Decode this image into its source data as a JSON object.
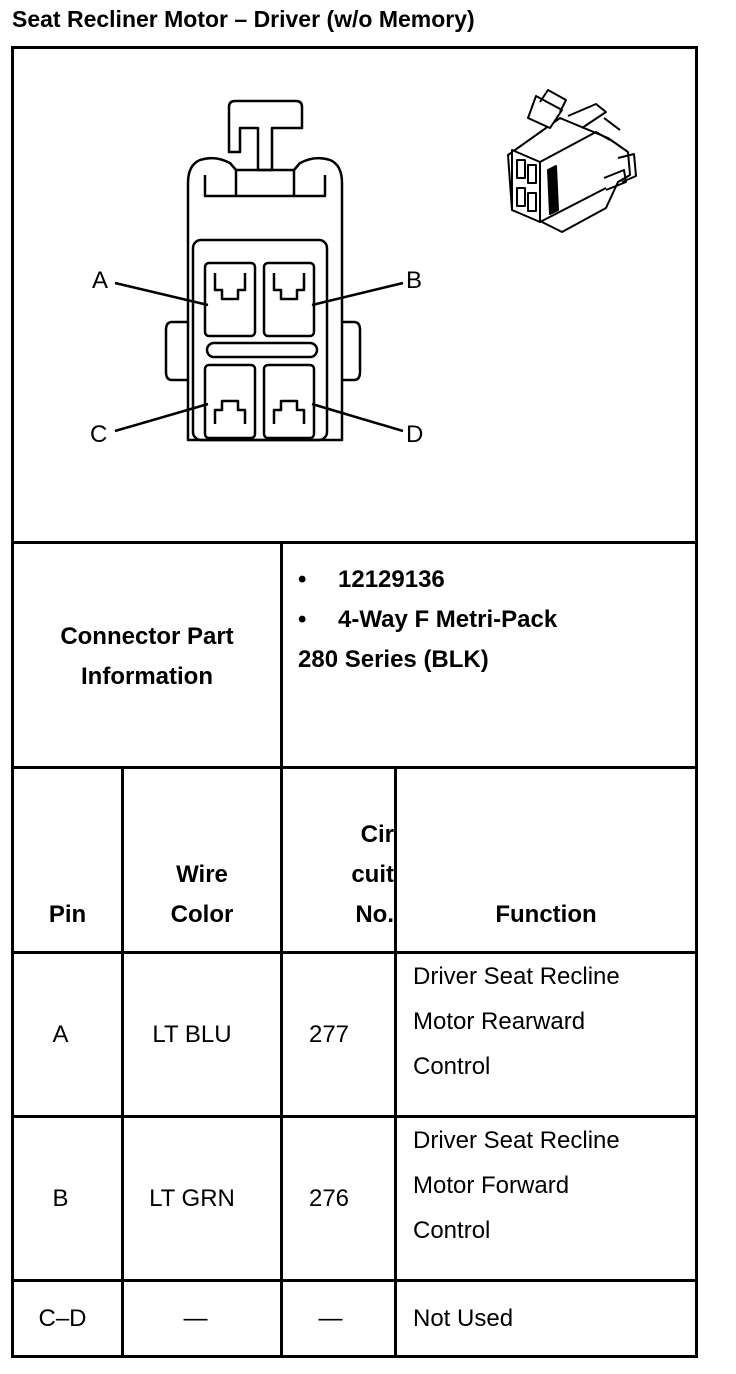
{
  "title": "Seat Recliner Motor – Driver (w/o Memory)",
  "diagram": {
    "pin_labels": [
      "A",
      "B",
      "C",
      "D"
    ]
  },
  "connector": {
    "label": "Connector Part Information",
    "items": [
      "12129136",
      "4-Way F Metri-Pack"
    ],
    "extra": "280 Series (BLK)"
  },
  "table": {
    "headers": {
      "pin": "Pin",
      "wire_color": "Wire Color",
      "circuit_lines": [
        "Cir",
        "cuit",
        "No."
      ],
      "function": "Function"
    },
    "rows": [
      {
        "pin": "A",
        "wire_color": "LT BLU",
        "circuit": "277",
        "function": [
          "Driver Seat Recline",
          "Motor Rearward",
          "Control"
        ]
      },
      {
        "pin": "B",
        "wire_color": "LT GRN",
        "circuit": "276",
        "function": [
          "Driver Seat Recline",
          "Motor Forward",
          "Control"
        ]
      },
      {
        "pin": "C–D",
        "wire_color": "—",
        "circuit": "—",
        "function": [
          "Not Used"
        ]
      }
    ]
  }
}
